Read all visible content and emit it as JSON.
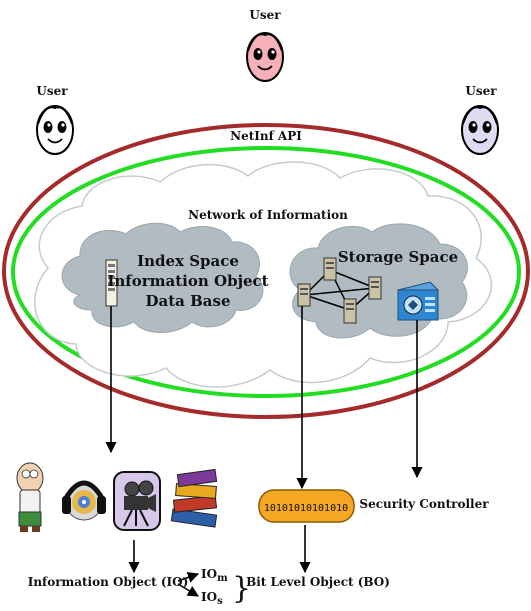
{
  "users": {
    "top": "User",
    "left": "User",
    "right": "User"
  },
  "api_label": "NetInf API",
  "network_label": "Network of Information",
  "index_space": {
    "line1": "Index Space",
    "line2": "Information Object",
    "line3": "Data Base"
  },
  "storage_space": "Storage Space",
  "binary_string": "10101010101010",
  "security_controller": "Security Controller",
  "information_object": {
    "label": "Information Object (IO)",
    "io_m": "IO",
    "io_m_sub": "m",
    "io_s": "IO",
    "io_s_sub": "s"
  },
  "bit_level_object": "Bit Level Object (BO)",
  "colors": {
    "outer_ring": "#a52a2a",
    "inner_ring": "#22dd22",
    "cloud_gray": "#b0bcc2",
    "user_top_face": "#f6b0b8",
    "user_left_face": "#ffffff",
    "user_right_face": "#dedcf2",
    "binary_box": "#f5a623"
  },
  "icons": [
    "user-face-icon",
    "database-server-icon",
    "server-icon",
    "security-appliance-icon",
    "cartoon-character-icon",
    "headphones-cd-icon",
    "movie-camera-icon",
    "books-icon"
  ]
}
